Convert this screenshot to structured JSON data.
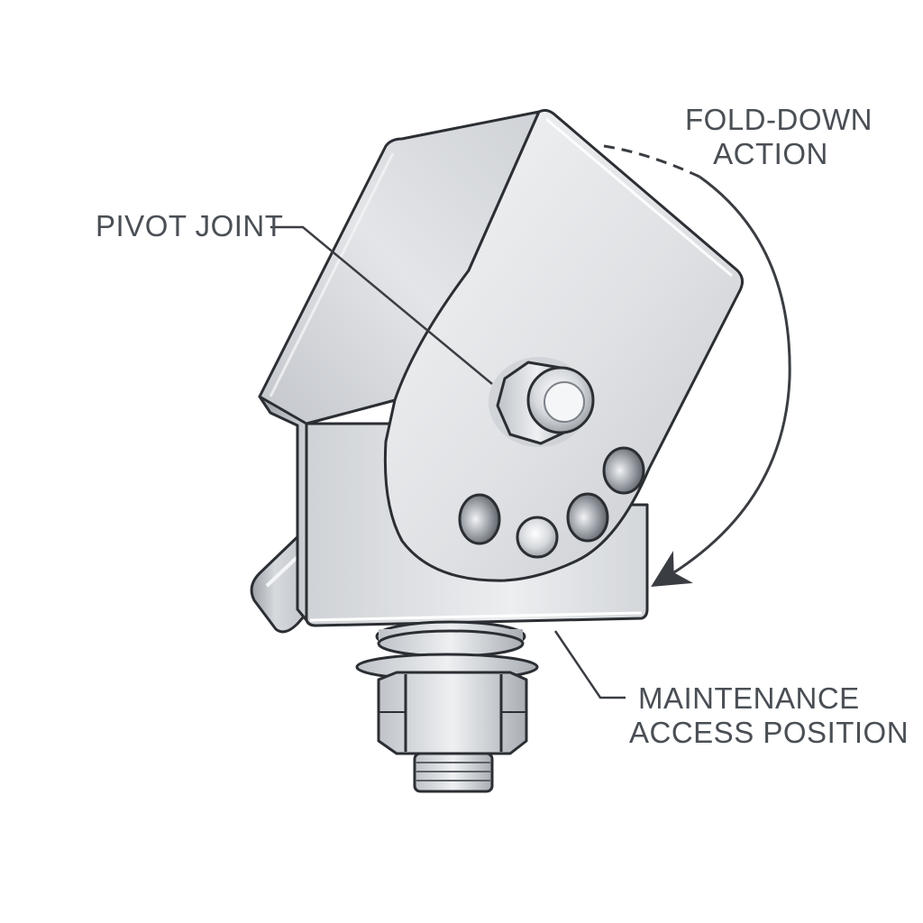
{
  "labels": {
    "fold_down": {
      "line1": "FOLD-DOWN",
      "line2": "ACTION"
    },
    "pivot_joint": "PIVOT JOINT",
    "maintenance": {
      "line1": "MAINTENANCE",
      "line2": "ACCESS POSITION"
    }
  },
  "icons": {
    "fold_arrow": "curved-arrow-icon",
    "pivot_bolt": "hex-bolt-icon",
    "base_nut": "hex-nut-icon"
  },
  "colors": {
    "metal_light": "#eeeff1",
    "metal_mid": "#c9ccd1",
    "metal_dark": "#8f949b",
    "outline": "#2b2e33",
    "label_text": "#4a4f55",
    "leader": "#3a3d42"
  }
}
